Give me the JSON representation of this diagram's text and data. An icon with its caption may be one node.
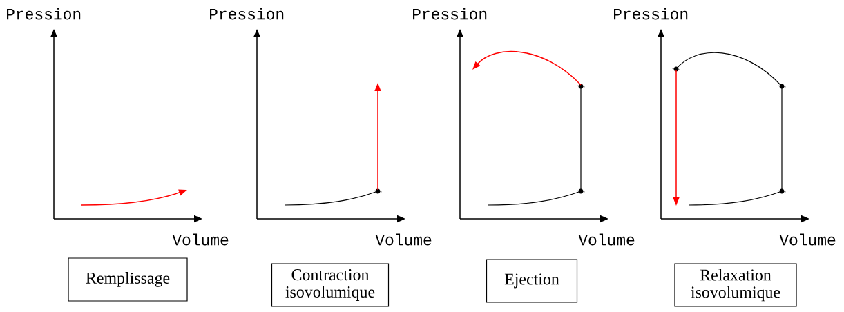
{
  "diagram": {
    "nodes": [
      {
        "text": [
          "Remplissage"
        ]
      },
      {
        "text": [
          "Contraction isovolumique"
        ]
      },
      {
        "text": [
          "Ejection"
        ]
      },
      {
        "text": [
          "Relaxation isovolumique"
        ]
      }
    ],
    "labels": [
      "Pression",
      "Pression",
      "Pression",
      "Pression",
      "Volume",
      "Volume",
      "Volume",
      "Volume"
    ]
  }
}
